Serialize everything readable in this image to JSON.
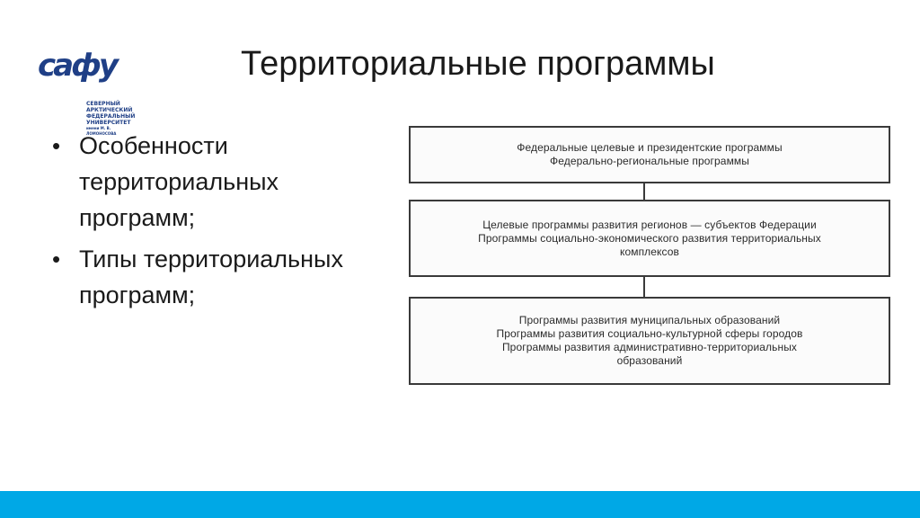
{
  "logo": {
    "brand": "сафу",
    "lines": [
      "СЕВЕРНЫЙ",
      "АРКТИЧЕСКИЙ",
      "ФЕДЕРАЛЬНЫЙ",
      "УНИВЕРСИТЕТ",
      "имени М. В. ЛОМОНОСОВА"
    ]
  },
  "title": "Территориальные программы",
  "bullets": [
    {
      "marker": "•",
      "text": "Особенности территориальных программ;"
    },
    {
      "marker": "•",
      "text": "Типы территориальных программ;"
    }
  ],
  "diagram": {
    "boxes": [
      {
        "lines": [
          "Федеральные целевые и президентские программы",
          "Федерально-региональные программы"
        ]
      },
      {
        "lines": [
          "Целевые программы развития регионов — субъектов Федерации",
          "Программы социально-экономического развития территориальных",
          "комплексов"
        ]
      },
      {
        "lines": [
          "Программы развития муниципальных образований",
          "Программы развития социально-культурной сферы городов",
          "Программы развития административно-территориальных",
          "образований"
        ]
      }
    ]
  },
  "colors": {
    "accent_bar": "#00a8e6",
    "logo": "#1f3f86"
  }
}
